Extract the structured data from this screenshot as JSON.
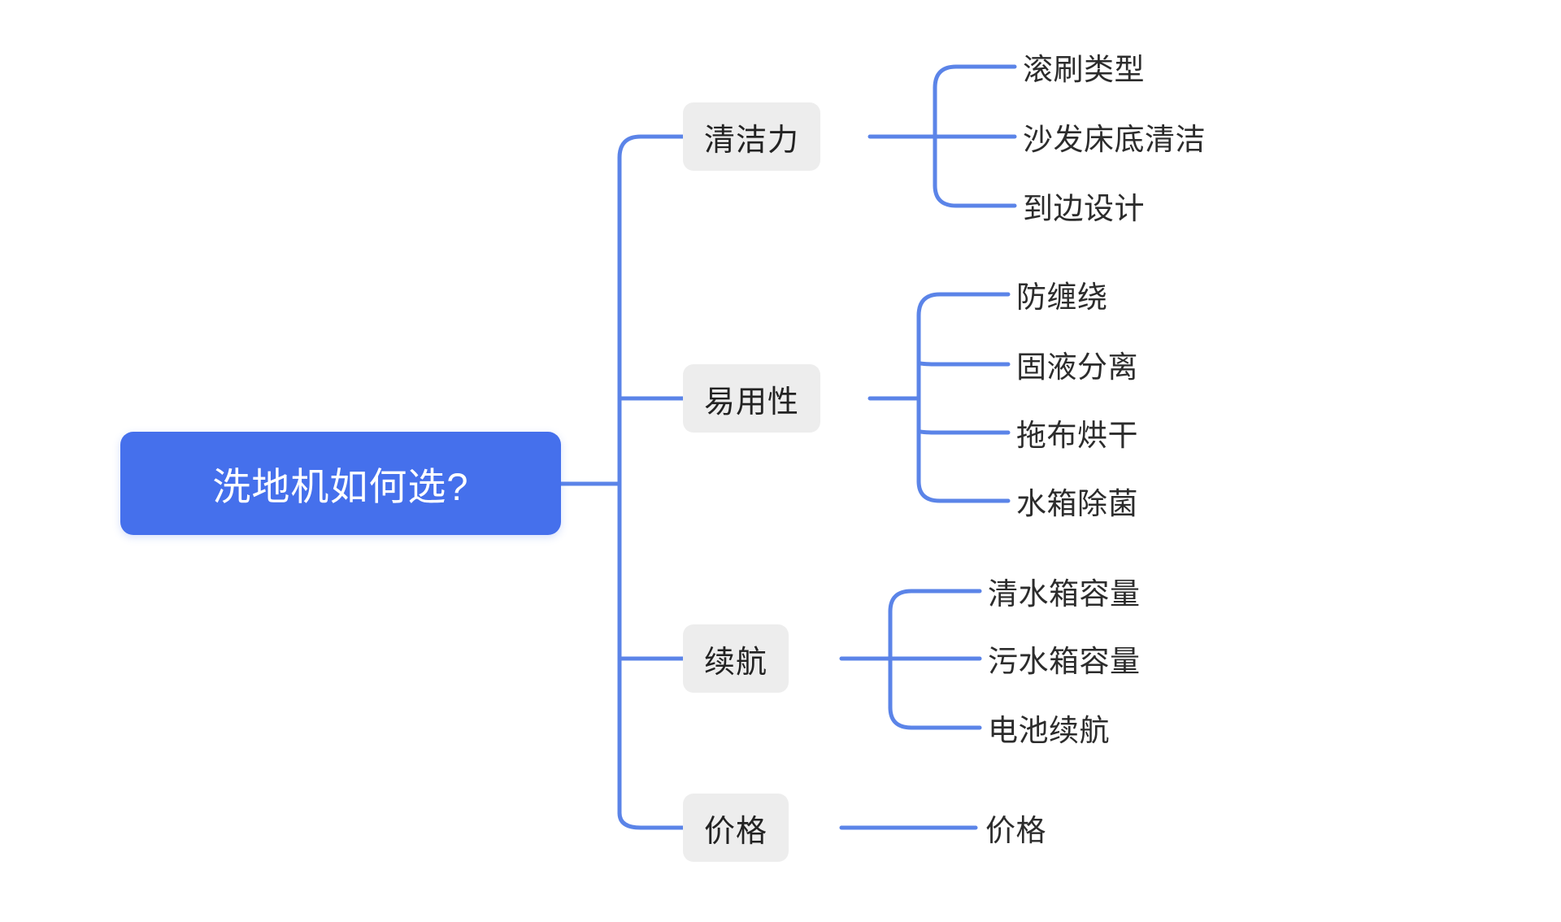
{
  "diagram": {
    "type": "mindmap",
    "orientation": "left-to-right",
    "background_color": "#ffffff",
    "connector_color": "#5b84e8",
    "root_color": "#4570ec",
    "root_text_color": "#ffffff",
    "branch_color": "#ededed",
    "branch_text_color": "#232323",
    "leaf_text_color": "#2c2c2c"
  },
  "root": {
    "label": "洗地机如何选?"
  },
  "branches": [
    {
      "label": "清洁力",
      "leaves": [
        {
          "label": "滚刷类型"
        },
        {
          "label": "沙发床底清洁"
        },
        {
          "label": "到边设计"
        }
      ]
    },
    {
      "label": "易用性",
      "leaves": [
        {
          "label": "防缠绕"
        },
        {
          "label": "固液分离"
        },
        {
          "label": "拖布烘干"
        },
        {
          "label": "水箱除菌"
        }
      ]
    },
    {
      "label": "续航",
      "leaves": [
        {
          "label": "清水箱容量"
        },
        {
          "label": "污水箱容量"
        },
        {
          "label": "电池续航"
        }
      ]
    },
    {
      "label": "价格",
      "leaves": [
        {
          "label": "价格"
        }
      ]
    }
  ]
}
